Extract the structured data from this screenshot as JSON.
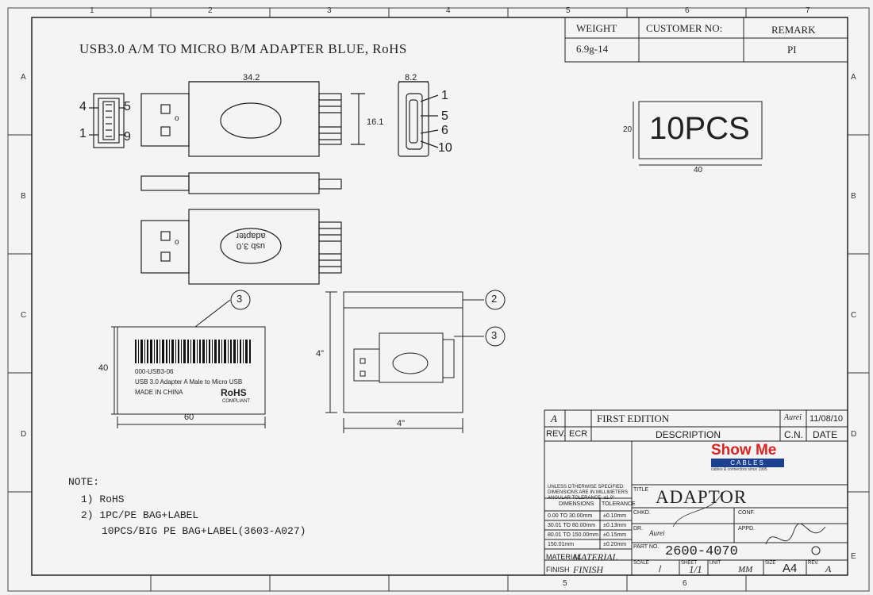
{
  "header": {
    "title": "USB3.0 A/M TO MICRO B/M ADAPTER BLUE, RoHS"
  },
  "grid": {
    "columns": [
      "1",
      "2",
      "3",
      "4",
      "5",
      "6",
      "7"
    ],
    "rows": [
      "A",
      "B",
      "C",
      "D",
      "E"
    ]
  },
  "spec_table": {
    "weight_label": "WEIGHT",
    "weight_value": "6.9g-14",
    "customer_label": "CUSTOMER NO:",
    "customer_value": "",
    "remark_label": "REMARK",
    "remark_value": "PI"
  },
  "package": {
    "label": "10PCS",
    "height_dim": "20",
    "width_dim": "40"
  },
  "dimensions": {
    "length": "34.2",
    "height": "16.1",
    "micro_width": "8.2",
    "label_height": "40",
    "label_width": "60",
    "bag_height": "4\"",
    "bag_width": "4\""
  },
  "pins": {
    "a_left_top": "4",
    "a_right_top": "5",
    "a_left_bottom": "1",
    "a_right_bottom": "9",
    "micro_1": "1",
    "micro_5": "5",
    "micro_6": "6",
    "micro_10": "10"
  },
  "adapter_text": {
    "usb_letter": "o",
    "imprint_line1": "adapter",
    "imprint_line2": "usb 3.0"
  },
  "callouts": {
    "label": "3",
    "bag": "2",
    "inner": "3"
  },
  "product_label": {
    "part": "000-USB3-06",
    "description": "USB 3.0 Adapter A Male to Micro USB",
    "origin": "MADE IN CHINA",
    "rohs": "RoHS",
    "compliant": "COMPLIANT"
  },
  "notes": {
    "heading": "NOTE:",
    "lines": [
      "1) RoHS",
      "2) 1PC/PE BAG+LABEL",
      "10PCS/BIG PE BAG+LABEL(3603-A027)"
    ]
  },
  "revision": {
    "rev": "A",
    "ecr": "FIRST EDITION",
    "signature": "Aurei",
    "date": "11/08/10",
    "h_rev": "REV.",
    "h_ecr": "ECR",
    "h_desc": "DESCRIPTION",
    "h_cn": "C.N.",
    "h_date": "DATE"
  },
  "company": {
    "name": "Show Me",
    "sub": "CABLES",
    "tagline": "cables & connectors since 1995"
  },
  "tolerance": {
    "line1": "UNLESS OTHERWISE SPECIFIED:",
    "line2": "DIMENSIONS ARE IN MILLIMETERS",
    "line3": "ANGULAR TOLERANCE: ±1.0°",
    "h_dim": "DIMENSIONS",
    "h_tol": "TOLERANCE",
    "rows": [
      {
        "dim": "0.00 TO 30.00mm",
        "tol": "±0.10mm"
      },
      {
        "dim": "30.01 TO 80.00mm",
        "tol": "±0.13mm"
      },
      {
        "dim": "80.01 TO 150.00mm",
        "tol": "±0.15mm"
      },
      {
        "dim": "150.01mm",
        "tol": "±0.20mm"
      }
    ]
  },
  "title_block": {
    "title_label": "TITLE",
    "title": "ADAPTOR",
    "chkd_label": "CHKD.",
    "conf_label": "CONF.",
    "dr_label": "DR.",
    "dr_value": "Aurei",
    "appd_label": "APPD.",
    "partno_label": "PART NO.",
    "partno": "2600-4070",
    "material_label": "MATERIAL",
    "material": "MATERIAL",
    "finish_label": "FINISH",
    "finish": "FINISH",
    "scale_label": "SCALE",
    "scale": "/",
    "sheet_label": "SHEET",
    "sheet": "1/1",
    "unit_label": "UNIT",
    "unit": "MM",
    "size_label": "SIZE",
    "size": "A4",
    "rev_label": "REV.",
    "rev": "A"
  }
}
